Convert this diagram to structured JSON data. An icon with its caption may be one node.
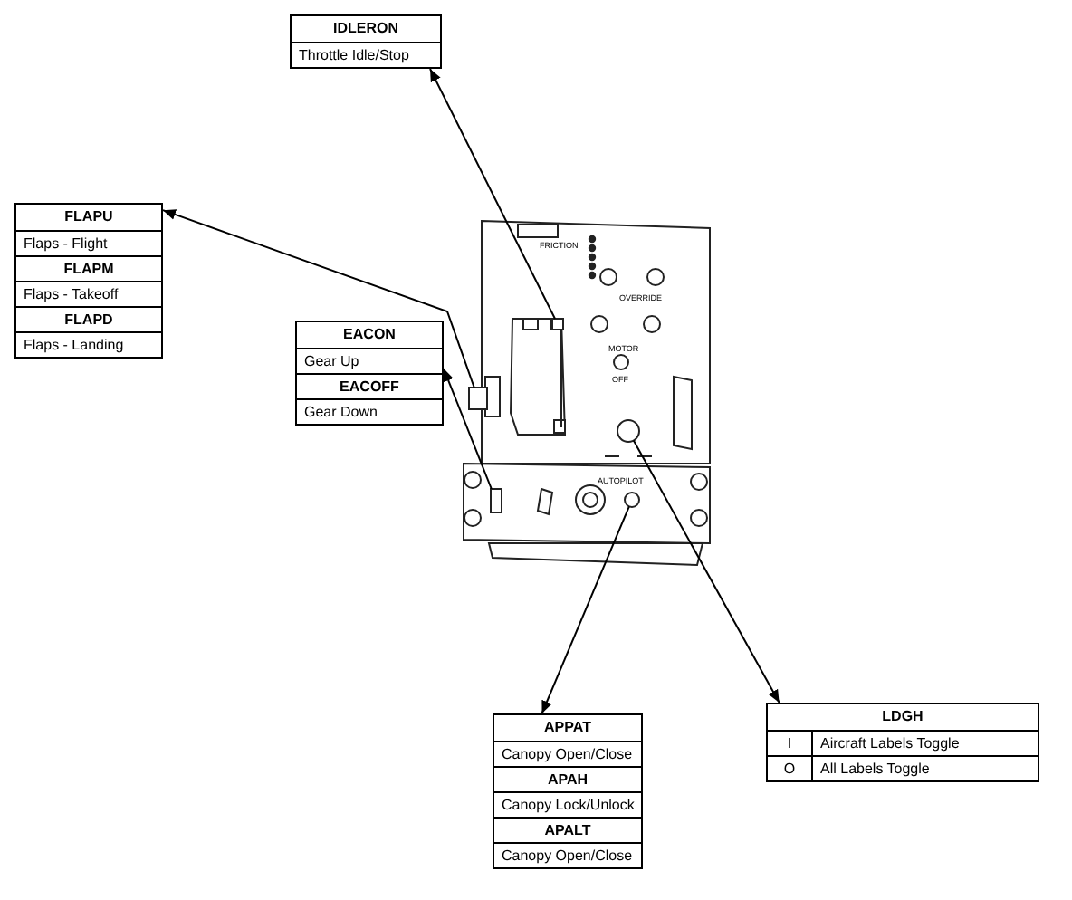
{
  "diagram": {
    "nodes": [
      {
        "text": [
          "IDLERON",
          "Throttle Idle/Stop"
        ]
      },
      {
        "text": [
          "FLAPU",
          "Flaps - Flight",
          "FLAPM",
          "Flaps - Takeoff",
          "FLAPD",
          "Flaps - Landing"
        ]
      },
      {
        "text": [
          "EACON",
          "Gear Up",
          "EACOFF",
          "Gear Down"
        ]
      },
      {
        "text": [
          "APPAT",
          "Canopy Open/Close",
          "APAH",
          "Canopy Lock/Unlock",
          "APALT",
          "Canopy Open/Close"
        ]
      },
      {
        "text": [
          "LDGH",
          "I",
          "Aircraft Labels Toggle",
          "O",
          "All Labels Toggle"
        ]
      },
      {
        "text": [],
        "shape": "box"
      },
      {
        "text": [],
        "shape": "box"
      },
      {
        "text": [],
        "shape": "circle"
      },
      {
        "text": [],
        "shape": "box"
      },
      {
        "text": [],
        "shape": "circle"
      }
    ],
    "edges": [
      {
        "from": 5,
        "to": 0,
        "arrow": "to"
      },
      {
        "from": 6,
        "to": 1,
        "arrow": "to"
      },
      {
        "from": 8,
        "to": 2,
        "arrow": "to"
      },
      {
        "from": 9,
        "to": 3,
        "arrow": "to"
      },
      {
        "from": 7,
        "to": 4,
        "arrow": "to"
      }
    ],
    "labels": [
      "FRICTION",
      "OVERRIDE",
      "MOTOR",
      "OFF",
      "AUTOPILOT"
    ]
  }
}
